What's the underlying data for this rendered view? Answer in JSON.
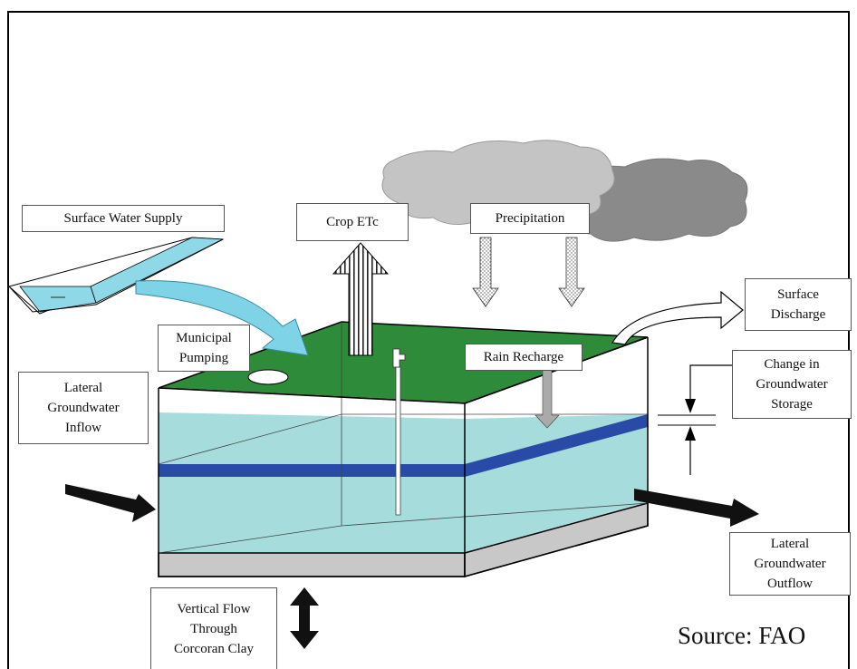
{
  "labels": {
    "surface_water_supply": "Surface Water Supply",
    "crop_etc": "Crop ETc",
    "precipitation": "Precipitation",
    "surface_discharge": "Surface\nDischarge",
    "municipal_pumping": "Municipal\nPumping",
    "rain_recharge": "Rain Recharge",
    "change_in_storage": "Change in\nGroundwater\nStorage",
    "lateral_inflow": "Lateral\nGroundwater\nInflow",
    "lateral_outflow": "Lateral\nGroundwater\nOutflow",
    "vertical_flow": "Vertical Flow\nThrough\nCorcoran Clay",
    "source": "Source: FAO"
  },
  "colors": {
    "land_surface": "#2e8b3a",
    "groundwater": "#a6dcdc",
    "clay_layer": "#2a4aa8",
    "bedrock": "#c8c8c8",
    "cloud_light": "#c4c4c4",
    "cloud_dark": "#8a8a8a",
    "canal_water": "#8fd8e8",
    "flow_arrow": "#7fd3e6"
  },
  "icons": [
    "canal-icon",
    "cloud-icon",
    "well-pipe-icon",
    "faucet-icon",
    "striped-arrow-icon",
    "dotted-arrow-icon",
    "black-arrow-icon",
    "double-arrow-icon"
  ]
}
